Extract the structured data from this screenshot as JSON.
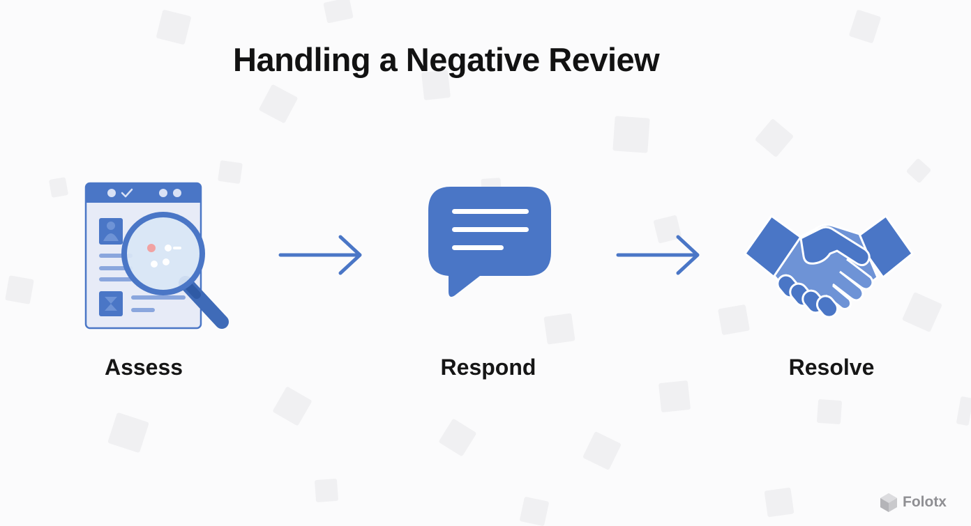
{
  "title": "Handling a Negative Review",
  "steps": [
    {
      "label": "Assess",
      "icon": "magnifying-glass-document-icon"
    },
    {
      "label": "Respond",
      "icon": "speech-bubble-icon"
    },
    {
      "label": "Resolve",
      "icon": "handshake-icon"
    }
  ],
  "watermark": {
    "text": "Folotx",
    "icon": "cube-logo-icon"
  },
  "colors": {
    "primary": "#4a76c6",
    "primary_light": "#6e93d6",
    "panel": "#e7ebf7",
    "title": "#121212",
    "background": "#fbfbfc"
  }
}
